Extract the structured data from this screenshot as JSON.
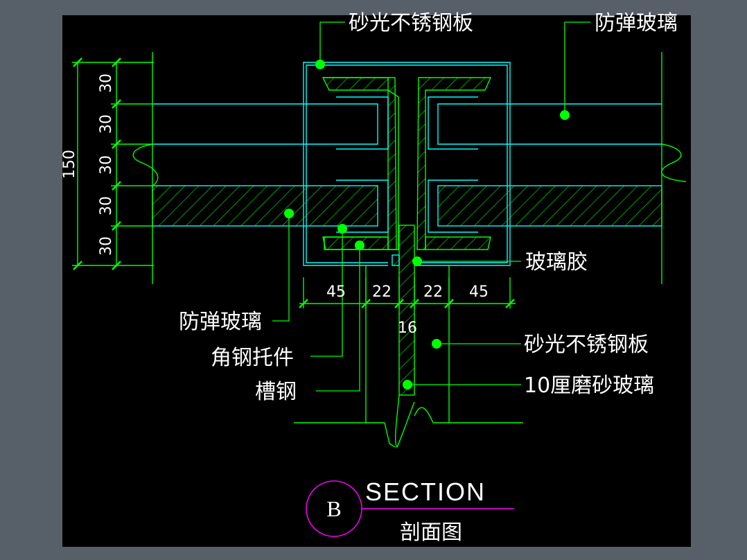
{
  "labels": {
    "top_left_plate": "砂光不锈钢板",
    "top_right_glass": "防弹玻璃",
    "glass_sealant": "玻璃胶",
    "left_glass": "防弹玻璃",
    "angle_bracket": "角钢托件",
    "channel_steel": "槽钢",
    "right_plate": "砂光不锈钢板",
    "frosted_glass": "10厘磨砂玻璃"
  },
  "dimensions": {
    "total_height": "150",
    "vertical_segments": [
      "30",
      "30",
      "30",
      "30",
      "30"
    ],
    "horizontal_segments": [
      "45",
      "22",
      "22",
      "45"
    ],
    "glass_thickness": "16"
  },
  "title_block": {
    "section_letter": "B",
    "section_word": "SECTION",
    "section_name": "剖面图"
  },
  "colors": {
    "background": "#000000",
    "frame": "#575f69",
    "geometry": "#00ff00",
    "outline": "#00ffff",
    "leader_dot": "#00ff00",
    "text": "#ffffff",
    "title_circle": "#ff00ff"
  }
}
